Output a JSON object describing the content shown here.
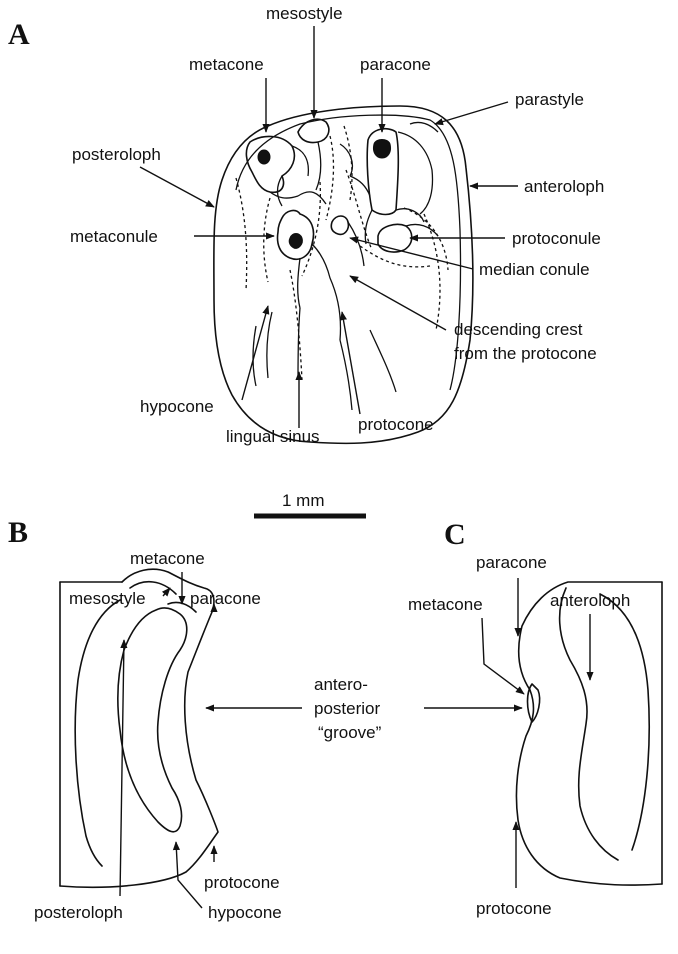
{
  "panels": {
    "a": "A",
    "b": "B",
    "c": "C"
  },
  "scale_bar": "1 mm",
  "panel_a": {
    "mesostyle": "mesostyle",
    "metacone": "metacone",
    "paracone": "paracone",
    "parastyle": "parastyle",
    "posteroloph": "posteroloph",
    "anteroloph": "anteroloph",
    "metaconule": "metaconule",
    "protoconule": "protoconule",
    "median_conule": "median conule",
    "descending_crest_1": "descending crest",
    "descending_crest_2": "from the protocone",
    "hypocone": "hypocone",
    "lingual_sinus": "lingual sinus",
    "protocone": "protocone"
  },
  "panel_b": {
    "metacone": "metacone",
    "mesostyle": "mesostyle",
    "paracone": "paracone",
    "protocone": "protocone",
    "posteroloph": "posteroloph",
    "hypocone": "hypocone"
  },
  "panel_c": {
    "paracone": "paracone",
    "metacone": "metacone",
    "anteroloph": "anteroloph",
    "protocone": "protocone"
  },
  "groove": {
    "line1": "antero-",
    "line2": "posterior",
    "line3": "“groove”"
  }
}
